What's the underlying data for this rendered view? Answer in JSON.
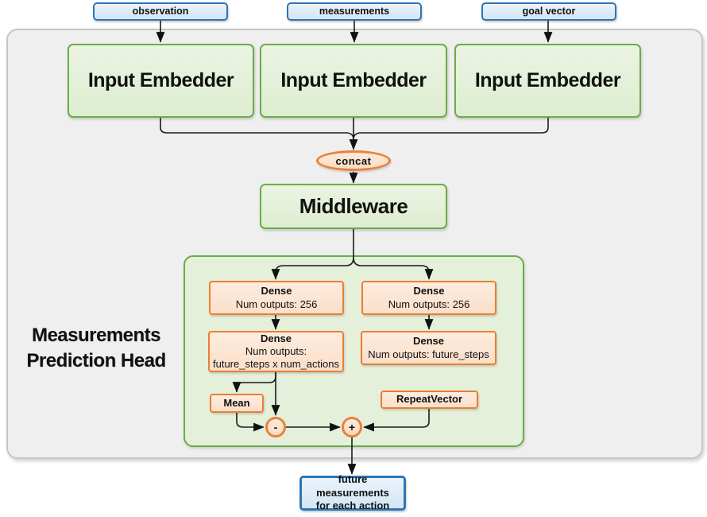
{
  "inputs": [
    {
      "label": "observation"
    },
    {
      "label": "measurements"
    },
    {
      "label": "goal vector"
    }
  ],
  "embedders": [
    {
      "label": "Input Embedder"
    },
    {
      "label": "Input Embedder"
    },
    {
      "label": "Input Embedder"
    }
  ],
  "concat": {
    "label": "concat"
  },
  "middleware": {
    "label": "Middleware"
  },
  "head": {
    "title_line1": "Measurements",
    "title_line2": "Prediction Head",
    "left": {
      "dense1": {
        "title": "Dense",
        "line1": "Num outputs: 256"
      },
      "dense2": {
        "title": "Dense",
        "line1": "Num outputs:",
        "line2": "future_steps x num_actions"
      },
      "mean": {
        "label": "Mean"
      },
      "minus": {
        "label": "-"
      }
    },
    "right": {
      "dense1": {
        "title": "Dense",
        "line1": "Num outputs: 256"
      },
      "dense2": {
        "title": "Dense",
        "line1": "Num outputs: future_steps"
      },
      "repeat": {
        "label": "RepeatVector"
      },
      "plus": {
        "label": "+"
      }
    }
  },
  "output": {
    "line1": "future measurements",
    "line2": "for each action"
  },
  "colors": {
    "blue_border": "#2E75B6",
    "blue_fill": "#DEEBF7",
    "green_border": "#70AD47",
    "green_fill": "#E2EFDA",
    "orange_border": "#ED7D31",
    "orange_fill": "#FCE4D6",
    "panel_fill": "#EFEFEF",
    "panel_border": "#C6C6C6",
    "line": "#1A1A1A"
  }
}
